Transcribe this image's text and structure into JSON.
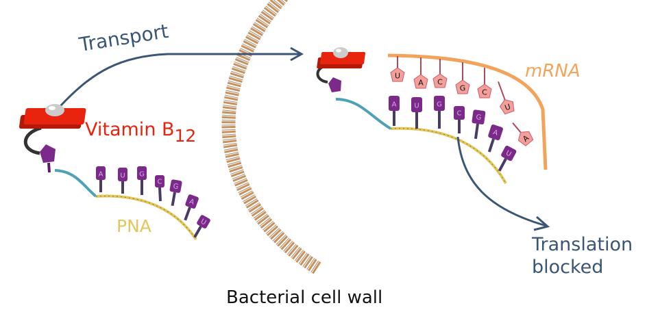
{
  "labels": {
    "transport": "Transport",
    "vitamin_main": "Vitamin B",
    "vitamin_sub": "12",
    "pna": "PNA",
    "mrna": "mRNA",
    "translation_line1": "Translation",
    "translation_line2": "blocked",
    "cell_wall": "Bacterial cell wall"
  },
  "pna_bases": [
    "A",
    "U",
    "G",
    "C",
    "G",
    "A",
    "U"
  ],
  "mrna_bases": [
    "U",
    "A",
    "C",
    "G",
    "C",
    "U",
    "A"
  ],
  "colors": {
    "arrow": "#3b5575",
    "vitamin": "#e8240f",
    "pna_backbone": "#e2c75a",
    "linker": "#4ea1b6",
    "mrna": "#f2a45c",
    "base_purple": "#7b2a8a",
    "mrna_base": "#f3a09b",
    "cell_wall": "#b97a45"
  }
}
